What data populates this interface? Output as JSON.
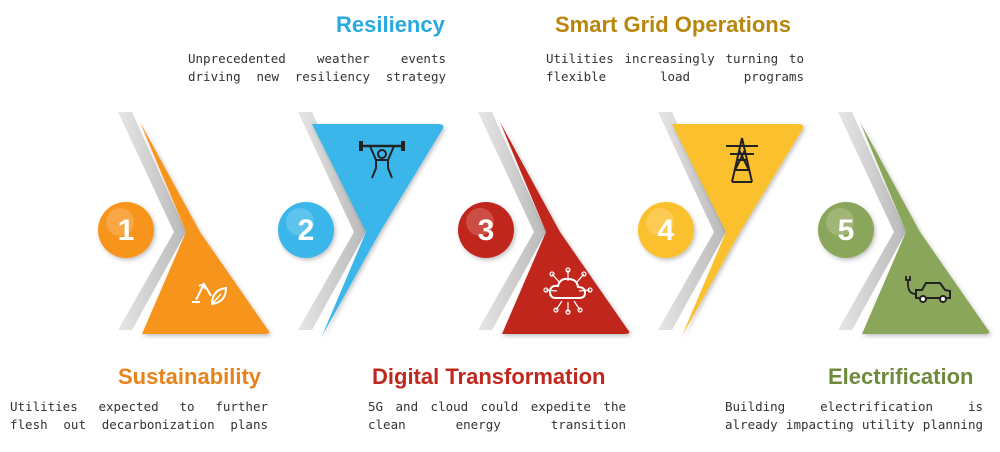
{
  "steps": [
    {
      "number": "1",
      "title": "Sustainability",
      "description": "Utilities expected to further flesh out decarbonization plans",
      "color": "#f7941d",
      "title_color": "#e8821a",
      "icon": "recycle-leaf-icon"
    },
    {
      "number": "2",
      "title": "Resiliency",
      "description": "Unprecedented weather events driving new resiliency strategy",
      "color": "#3bb6ea",
      "title_color": "#2aa8e0",
      "icon": "weightlifter-icon"
    },
    {
      "number": "3",
      "title": "Digital Transformation",
      "description": "5G and cloud could expedite the clean energy transition",
      "color": "#c0281e",
      "title_color": "#c0281e",
      "icon": "cloud-network-icon"
    },
    {
      "number": "4",
      "title": "Smart Grid Operations",
      "description": "Utilities increasingly turning to flexible load programs",
      "color": "#fbc02d",
      "title_color": "#b8860b",
      "icon": "power-tower-icon"
    },
    {
      "number": "5",
      "title": "Electrification",
      "description": "Building electrification is already impacting utility planning",
      "color": "#8aa65a",
      "title_color": "#6e8b3d",
      "icon": "electric-car-icon"
    }
  ]
}
